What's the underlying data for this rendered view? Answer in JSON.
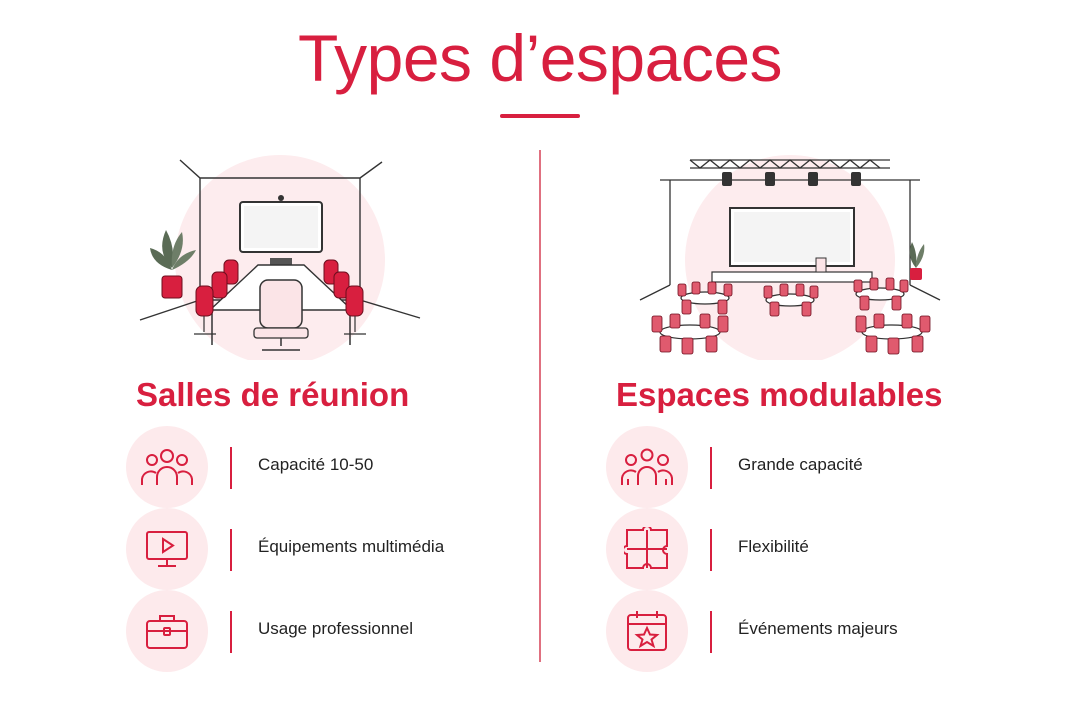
{
  "page": {
    "title": "Types d’espaces"
  },
  "colors": {
    "accent": "#d81f3f",
    "soft": "#fdeaec",
    "chair": "#d81f3f"
  },
  "sections": [
    {
      "title": "Salles de réunion",
      "illustration": "meeting-room-illustration",
      "features": [
        {
          "label": "Capacité 10-50",
          "icon": "people-icon"
        },
        {
          "label": "Équipements multimédia",
          "icon": "monitor-play-icon"
        },
        {
          "label": "Usage professionnel",
          "icon": "briefcase-icon"
        }
      ]
    },
    {
      "title": "Espaces modulables",
      "illustration": "event-hall-illustration",
      "features": [
        {
          "label": "Grande capacité",
          "icon": "crowd-icon"
        },
        {
          "label": "Flexibilité",
          "icon": "puzzle-icon"
        },
        {
          "label": "Événements majeurs",
          "icon": "calendar-star-icon"
        }
      ]
    }
  ]
}
